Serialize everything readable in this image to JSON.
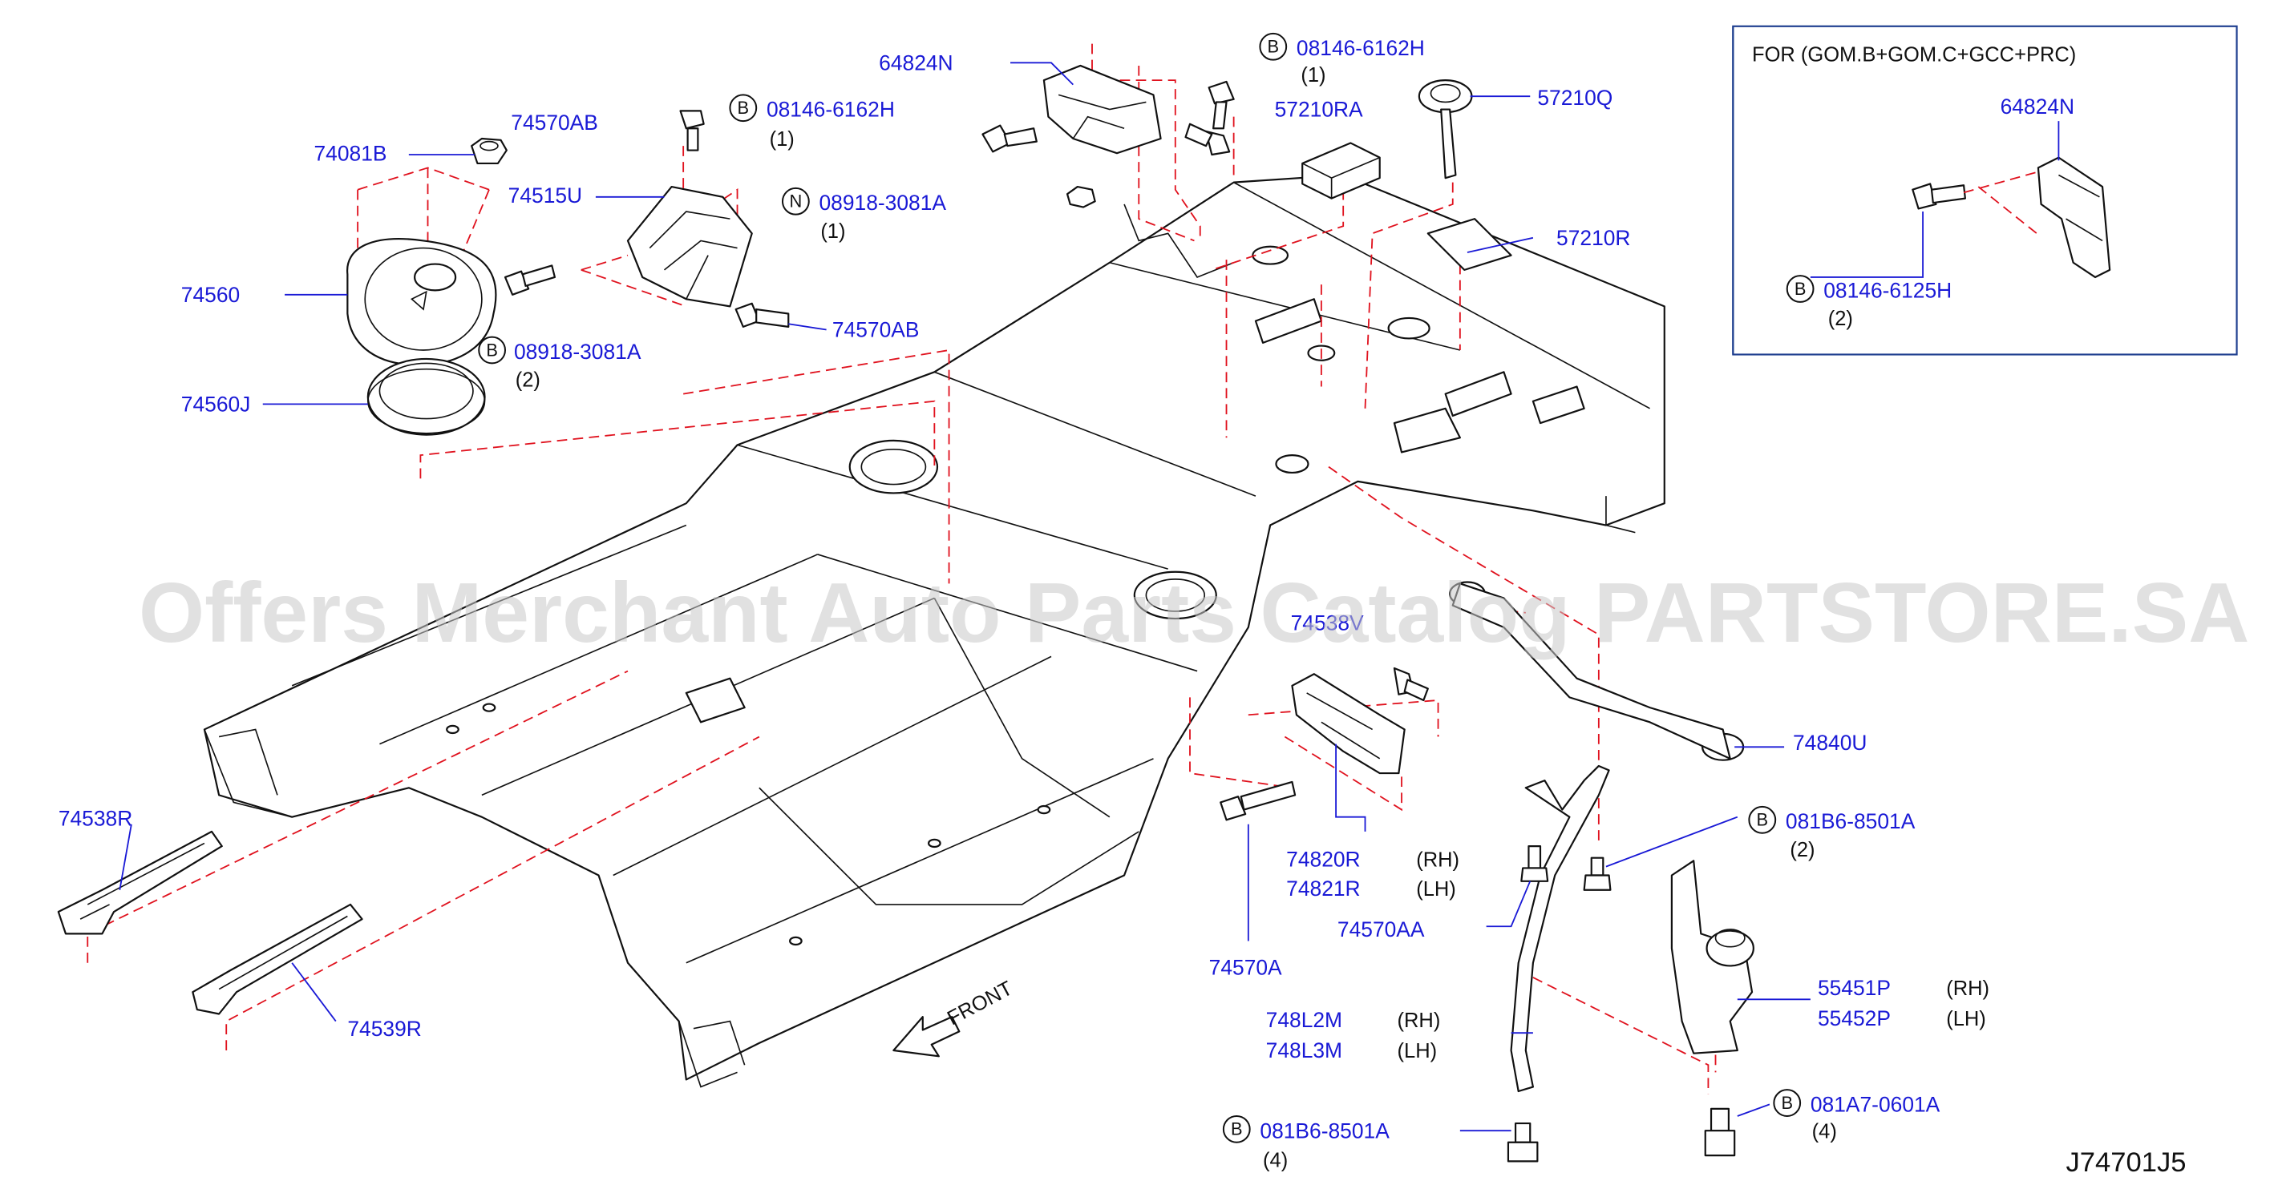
{
  "variant_box": {
    "title": "FOR   (GOM.B+GOM.C+GCC+PRC)",
    "part": "64824N",
    "bolt": "08146-6125H",
    "bolt_prefix": "B",
    "bolt_qty": "(2)"
  },
  "labels": {
    "p64824N": "64824N",
    "b08146_6162H_a": "08146-6162H",
    "b08146_6162H_a_qty": "(1)",
    "p57210RA": "57210RA",
    "p57210Q": "57210Q",
    "p57210R": "57210R",
    "p74570AB_1": "74570AB",
    "b08146_6162H_b": "08146-6162H",
    "b08146_6162H_b_qty": "(1)",
    "p74081B": "74081B",
    "p74515U": "74515U",
    "n08918_3081A_a": "08918-3081A",
    "n08918_3081A_a_qty": "(1)",
    "p74560": "74560",
    "p74570AB_2": "74570AB",
    "b08918_3081A_b": "08918-3081A",
    "b08918_3081A_b_qty": "(2)",
    "p74560J": "74560J",
    "p74538V": "74538V",
    "p74840U": "74840U",
    "p74538R": "74538R",
    "p74539R": "74539R",
    "p74820R": "74820R",
    "p74820R_side": "(RH)",
    "p74821R": "74821R",
    "p74821R_side": "(LH)",
    "p74570AA": "74570AA",
    "p74570A": "74570A",
    "b081B6_8501A_a": "081B6-8501A",
    "b081B6_8501A_a_qty": "(2)",
    "p55451P": "55451P",
    "p55451P_side": "(RH)",
    "p55452P": "55452P",
    "p55452P_side": "(LH)",
    "p748L2M": "748L2M",
    "p748L2M_side": "(RH)",
    "p748L3M": "748L3M",
    "p748L3M_side": "(LH)",
    "b081A7_0601A": "081A7-0601A",
    "b081A7_0601A_qty": "(4)",
    "b081B6_8501A_b": "081B6-8501A",
    "b081B6_8501A_b_qty": "(4)",
    "front": "FRONT"
  },
  "prefix": {
    "B": "B",
    "N": "N"
  },
  "watermark": "Offers Merchant Auto Parts Catalog PARTSTORE.SA",
  "diagram_code": "J74701J5",
  "colors": {
    "label": "#1a1ad6",
    "dash": "#e0121e",
    "line": "#111111",
    "box": "#1f3f8f"
  }
}
